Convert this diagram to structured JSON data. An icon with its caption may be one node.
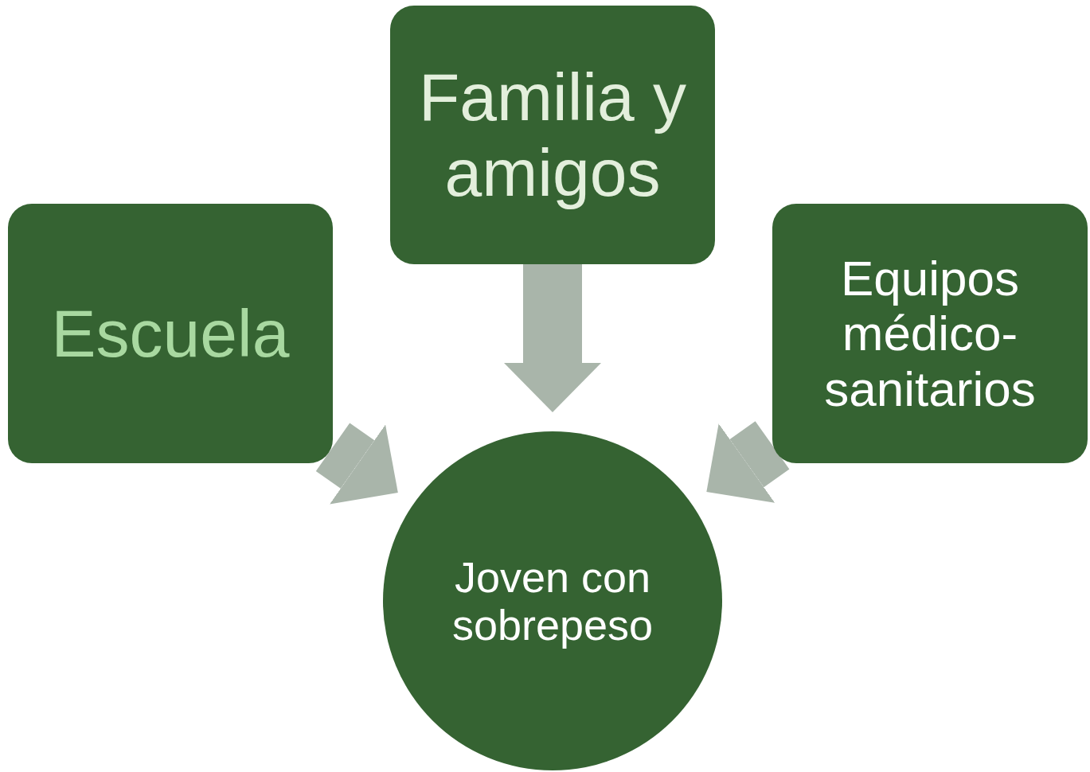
{
  "diagram": {
    "nodes": [
      {
        "text": [
          "Escuela"
        ]
      },
      {
        "text": [
          "Familia y amigos"
        ]
      },
      {
        "text": [
          "Equipos médico-sanitarios"
        ]
      },
      {
        "text": [
          "Joven con sobrepeso"
        ]
      }
    ],
    "edges": [
      {
        "from": 0,
        "to": 3,
        "arrow": "to"
      },
      {
        "from": 1,
        "to": 3,
        "arrow": "to"
      },
      {
        "from": 2,
        "to": 3,
        "arrow": "to"
      }
    ]
  }
}
